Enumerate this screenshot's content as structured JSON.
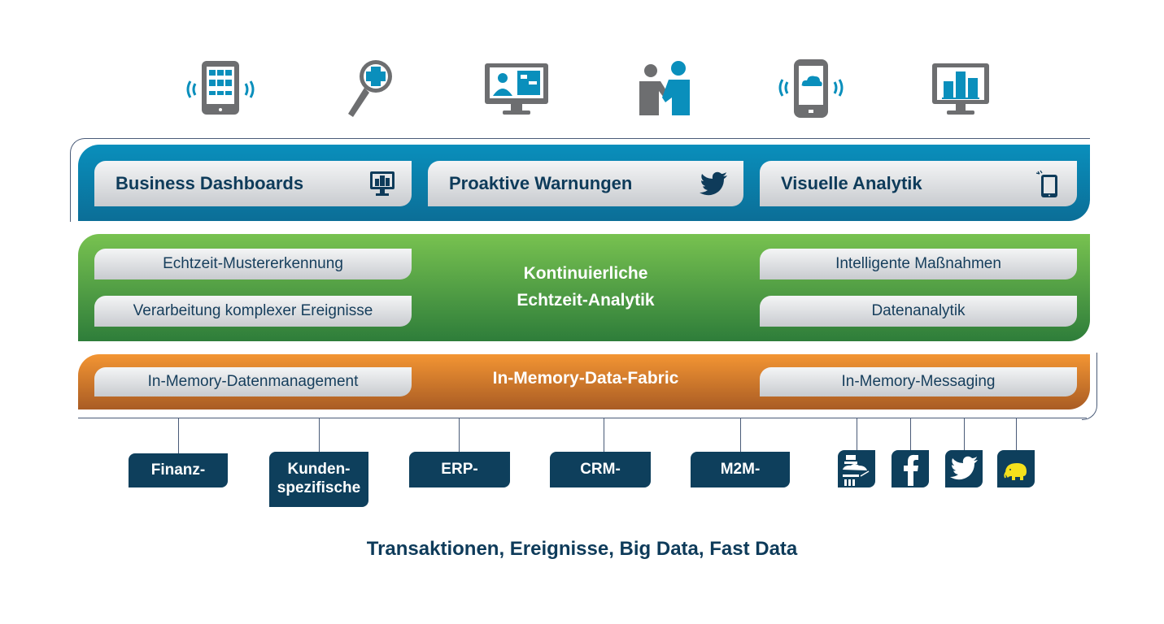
{
  "top_icons": [
    {
      "name": "tablet-wireless-icon"
    },
    {
      "name": "magnifier-health-icon"
    },
    {
      "name": "monitor-profile-icon"
    },
    {
      "name": "handshake-people-icon"
    },
    {
      "name": "phone-cloud-icon"
    },
    {
      "name": "monitor-barchart-icon"
    }
  ],
  "layers": {
    "presentation": {
      "items": [
        {
          "label": "Business Dashboards",
          "icon": "monitor-chart-icon"
        },
        {
          "label": "Proaktive Warnungen",
          "icon": "twitter-bird-icon"
        },
        {
          "label": "Visuelle Analytik",
          "icon": "mobile-phone-icon"
        }
      ]
    },
    "analytics": {
      "title_line1": "Kontinuierliche",
      "title_line2": "Echtzeit-Analytik",
      "left_items": [
        "Echtzeit-Mustererkennung",
        "Verarbeitung komplexer Ereignisse"
      ],
      "right_items": [
        "Intelligente Maßnahmen",
        "Datenanalytik"
      ]
    },
    "fabric": {
      "title": "In-Memory-Data-Fabric",
      "left_item": "In-Memory-Datenmanagement",
      "right_item": "In-Memory-Messaging"
    }
  },
  "sources": [
    {
      "label": "Finanz-"
    },
    {
      "label_line1": "Kunden-",
      "label_line2": "spezifische"
    },
    {
      "label": "ERP-"
    },
    {
      "label": "CRM-"
    },
    {
      "label": "M2M-"
    }
  ],
  "source_icons": [
    {
      "name": "datacenter-cloud-icon"
    },
    {
      "name": "facebook-icon"
    },
    {
      "name": "twitter-icon"
    },
    {
      "name": "hadoop-elephant-icon"
    }
  ],
  "footer": "Transaktionen, Ereignisse, Big Data, Fast Data",
  "colors": {
    "blue_layer": "#0a8fbc",
    "green_layer": "#5aa846",
    "orange_layer": "#f39533",
    "navy": "#0e3f5c",
    "icon_gray": "#6d6e70",
    "icon_blue": "#0a8fbc"
  }
}
